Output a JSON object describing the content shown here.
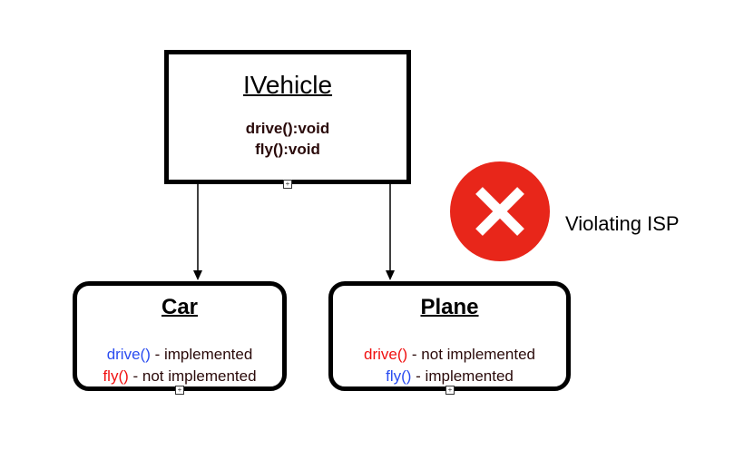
{
  "interface": {
    "title": "IVehicle",
    "methods": [
      "drive():void",
      "fly():void"
    ]
  },
  "car": {
    "title": "Car",
    "lines": [
      {
        "method": "drive()",
        "status": " - implemented",
        "color": "#2a4cf0"
      },
      {
        "method": "fly()",
        "status": " - not implemented",
        "color": "#f01010"
      }
    ]
  },
  "plane": {
    "title": "Plane",
    "lines": [
      {
        "method": "drive()",
        "status": " - not implemented",
        "color": "#f01010"
      },
      {
        "method": "fly()",
        "status": " - implemented",
        "color": "#2a4cf0"
      }
    ]
  },
  "violation": {
    "label": "Violating ISP",
    "icon": "x-circle-icon",
    "color": "#e8261a"
  }
}
